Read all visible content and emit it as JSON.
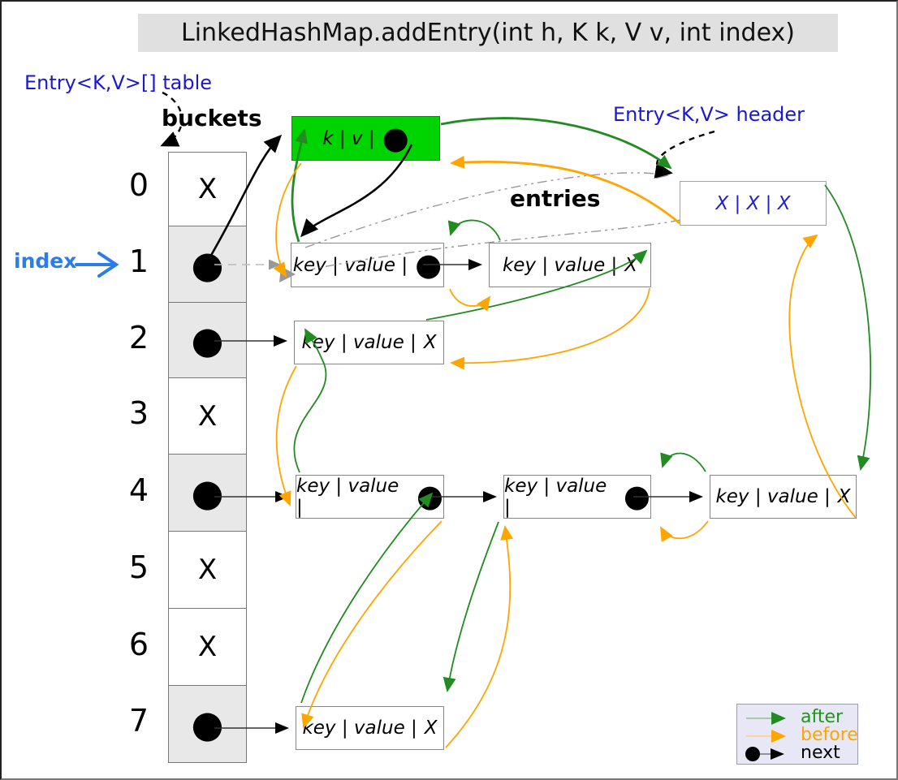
{
  "title": "LinkedHashMap.addEntry(int h, K k, V v, int index)",
  "labels": {
    "table_ref": "Entry<K,V>[] table",
    "buckets": "buckets",
    "header_ref": "Entry<K,V> header",
    "entries": "entries",
    "index": "index"
  },
  "buckets": [
    {
      "index": "0",
      "value": "X"
    },
    {
      "index": "1",
      "value": "●"
    },
    {
      "index": "2",
      "value": "●"
    },
    {
      "index": "3",
      "value": "X"
    },
    {
      "index": "4",
      "value": "●"
    },
    {
      "index": "5",
      "value": "X"
    },
    {
      "index": "6",
      "value": "X"
    },
    {
      "index": "7",
      "value": "●"
    }
  ],
  "nodes": {
    "new_entry": {
      "label": "k  |  v  |",
      "tail": "●"
    },
    "header": {
      "label": "X   |   X   |   X"
    },
    "b1e1": {
      "label": "key | value |",
      "tail": "●"
    },
    "b1e2": {
      "label": "key | value |",
      "tail": "X"
    },
    "b2e1": {
      "label": "key | value |",
      "tail": "X"
    },
    "b4e1": {
      "label": "key | value |",
      "tail": "●"
    },
    "b4e2": {
      "label": "key | value |",
      "tail": "●"
    },
    "b4e3": {
      "label": "key | value |",
      "tail": "X"
    },
    "b7e1": {
      "label": "key | value |",
      "tail": "X"
    }
  },
  "legend": [
    {
      "label": "after",
      "color": "#228B22"
    },
    {
      "label": "before",
      "color": "#FFA500"
    },
    {
      "label": "next",
      "color": "#000000"
    }
  ],
  "colors": {
    "after": "#228B22",
    "before": "#FFA500",
    "next": "#000000",
    "old_pointer_gray": "#999999",
    "new_entry_fill": "#00D400",
    "bucket_fill": "#E8E8E8",
    "header_text": "#2222CC",
    "label_blue": "#1A1ACC",
    "index_blue": "#2B7DE9",
    "title_bg": "#E0E0E0"
  }
}
